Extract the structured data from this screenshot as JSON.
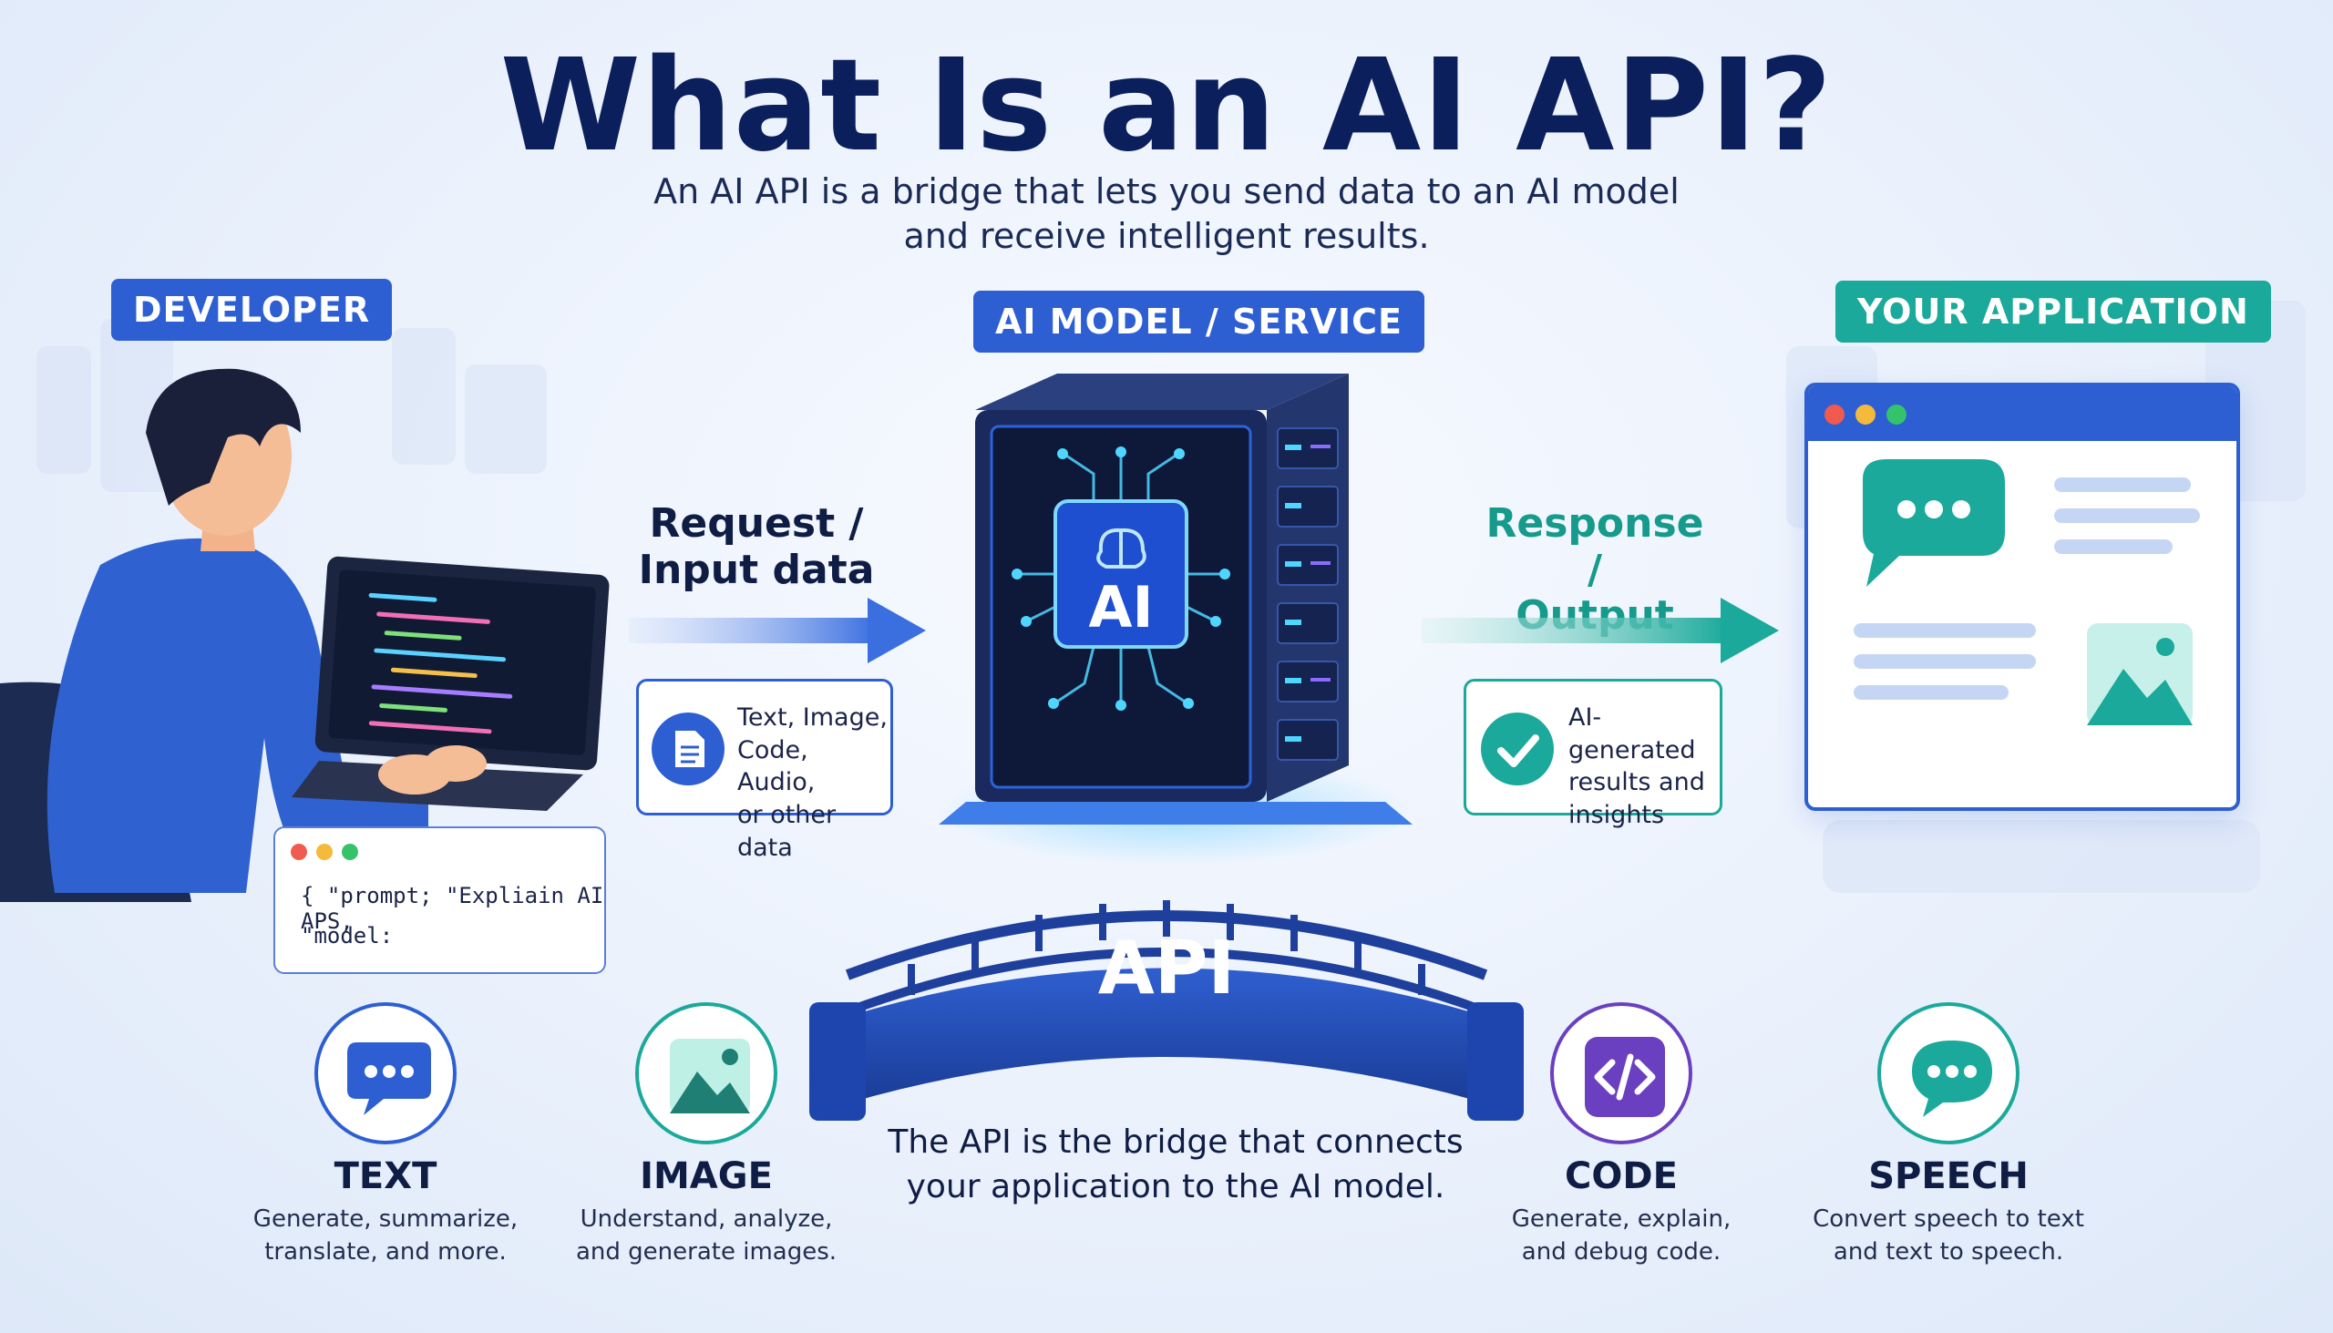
{
  "header": {
    "title": "What Is an AI API?",
    "subtitle_line1": "An AI API is a bridge that lets you send data to an AI model",
    "subtitle_line2": "and receive intelligent results."
  },
  "developer": {
    "label": "DEVELOPER",
    "code_snippet_line1": "{   \"prompt; \"Expliain AI APS,",
    "code_snippet_line2": "\"model:"
  },
  "request": {
    "label_line1": "Request /",
    "label_line2": "Input data",
    "card_line1": "Text, Image,",
    "card_line2": "Code, Audio,",
    "card_line3": "or other data"
  },
  "model": {
    "label": "AI MODEL / SERVICE",
    "chip_text": "AI"
  },
  "response": {
    "label_line1": "Response /",
    "label_line2": "Output",
    "card_line1": "AI-generated",
    "card_line2": "results and",
    "card_line3": "insights"
  },
  "application": {
    "label": "YOUR APPLICATION"
  },
  "bridge": {
    "label": "API",
    "caption_line1": "The API is the bridge that connects",
    "caption_line2": "your application to the AI model."
  },
  "capabilities": [
    {
      "title": "TEXT",
      "line1": "Generate, summarize,",
      "line2": "translate, and more.",
      "icon": "chat-bubble-icon"
    },
    {
      "title": "IMAGE",
      "line1": "Understand, analyze,",
      "line2": "and generate images.",
      "icon": "image-icon"
    },
    {
      "title": "CODE",
      "line1": "Generate, explain,",
      "line2": "and debug code.",
      "icon": "code-icon"
    },
    {
      "title": "SPEECH",
      "line1": "Convert speech to text",
      "line2": "and text to speech.",
      "icon": "speech-bubble-icon"
    }
  ],
  "colors": {
    "navy": "#0b1f5c",
    "blue": "#2d5fd3",
    "teal": "#1aa99a",
    "purple": "#6a3fc0"
  }
}
